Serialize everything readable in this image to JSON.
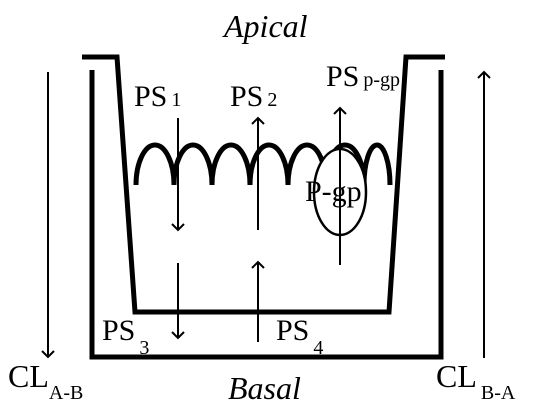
{
  "labels": {
    "apical": "Apical",
    "basal": "Basal",
    "ps1": {
      "main": "PS",
      "sub": "1"
    },
    "ps2": {
      "main": "PS",
      "sub": "2"
    },
    "ps3": {
      "main": "PS",
      "sub": "3"
    },
    "ps4": {
      "main": "PS",
      "sub": "4"
    },
    "pspgp": {
      "main": "PS",
      "sub": "p-gp"
    },
    "pgp": "P-gp",
    "cl_ab": {
      "main": "CL",
      "sub": "A-B"
    },
    "cl_ba": {
      "main": "CL",
      "sub": "B-A"
    }
  },
  "colors": {
    "ink": "#000000",
    "background": "#ffffff"
  }
}
